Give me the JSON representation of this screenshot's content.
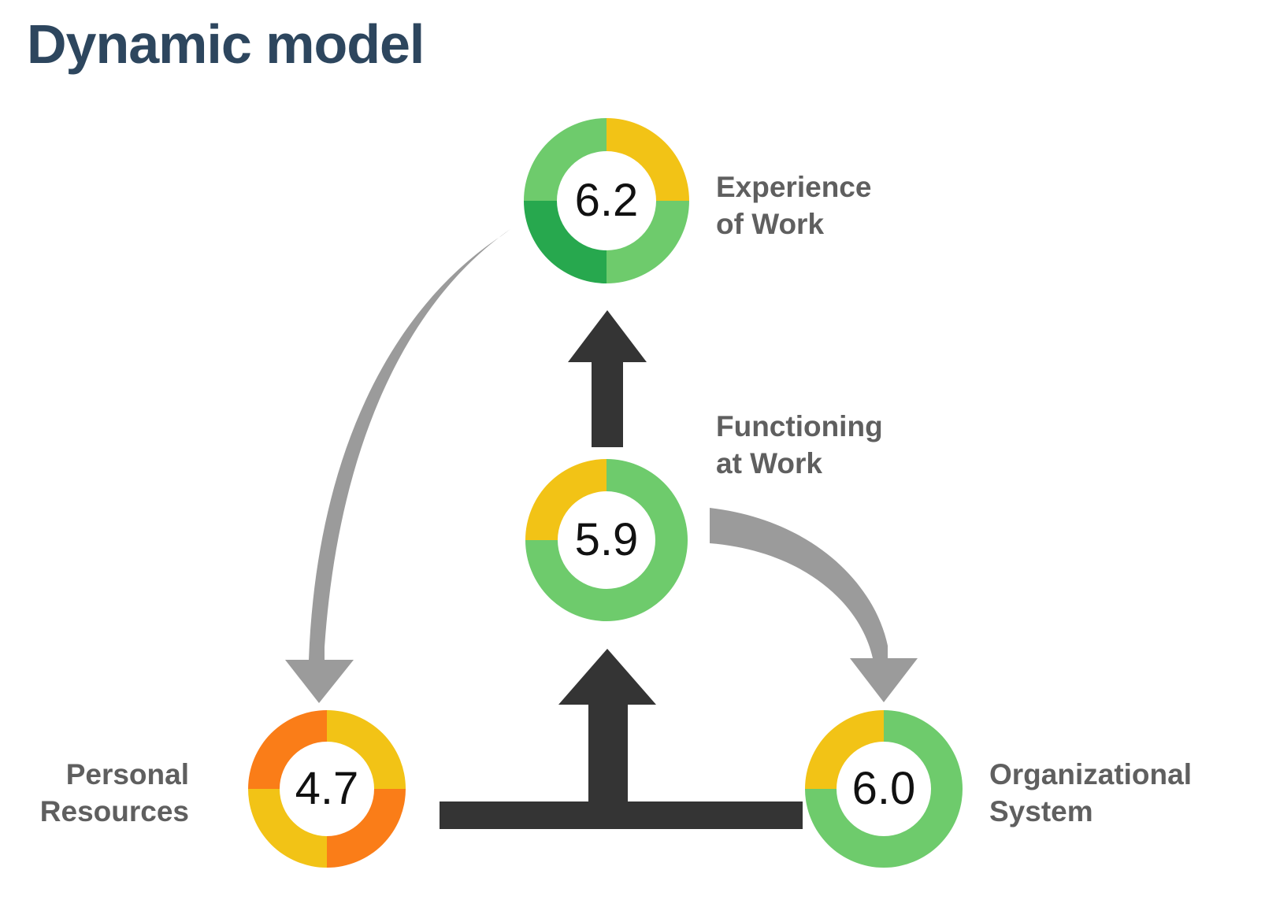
{
  "title": "Dynamic model",
  "colors": {
    "title": "#2d465e",
    "label_gray": "#5f5f5f",
    "arrow_gray": "#9b9b9b",
    "arrow_dark": "#343434",
    "green_light": "#6ecb6c",
    "green_dark": "#27a84e",
    "yellow": "#f2c316",
    "orange": "#fa7d18",
    "value_text": "#111111",
    "background": "#ffffff"
  },
  "chart_data": {
    "type": "pie",
    "title": "Dynamic model",
    "legend": "none",
    "nodes": [
      {
        "id": "experience-of-work",
        "label": "Experience\nof Work",
        "value": "6.2",
        "numeric_value": 6.2,
        "label_position": "right",
        "segments": [
          {
            "quadrant": "top-right",
            "color": "#f2c316",
            "share": 25
          },
          {
            "quadrant": "bottom-right",
            "color": "#6ecb6c",
            "share": 25
          },
          {
            "quadrant": "bottom-left",
            "color": "#27a84e",
            "share": 25
          },
          {
            "quadrant": "top-left",
            "color": "#6ecb6c",
            "share": 25
          }
        ]
      },
      {
        "id": "functioning-at-work",
        "label": "Functioning\nat Work",
        "value": "5.9",
        "numeric_value": 5.9,
        "label_position": "right",
        "segments": [
          {
            "quadrant": "top-right",
            "color": "#6ecb6c",
            "share": 25
          },
          {
            "quadrant": "bottom-right",
            "color": "#6ecb6c",
            "share": 25
          },
          {
            "quadrant": "bottom-left",
            "color": "#6ecb6c",
            "share": 25
          },
          {
            "quadrant": "top-left",
            "color": "#f2c316",
            "share": 25
          }
        ]
      },
      {
        "id": "personal-resources",
        "label": "Personal\nResources",
        "value": "4.7",
        "numeric_value": 4.7,
        "label_position": "left",
        "segments": [
          {
            "quadrant": "top-right",
            "color": "#f2c316",
            "share": 25
          },
          {
            "quadrant": "bottom-right",
            "color": "#fa7d18",
            "share": 25
          },
          {
            "quadrant": "bottom-left",
            "color": "#f2c316",
            "share": 25
          },
          {
            "quadrant": "top-left",
            "color": "#fa7d18",
            "share": 25
          }
        ]
      },
      {
        "id": "organizational-system",
        "label": "Organizational\nSystem",
        "value": "6.0",
        "numeric_value": 6.0,
        "label_position": "right",
        "segments": [
          {
            "quadrant": "top-right",
            "color": "#6ecb6c",
            "share": 25
          },
          {
            "quadrant": "bottom-right",
            "color": "#6ecb6c",
            "share": 25
          },
          {
            "quadrant": "bottom-left",
            "color": "#6ecb6c",
            "share": 25
          },
          {
            "quadrant": "top-left",
            "color": "#f2c316",
            "share": 25
          }
        ]
      }
    ],
    "connectors": [
      {
        "id": "experience-to-personal",
        "from": "experience-of-work",
        "to": "personal-resources",
        "style": "curved",
        "color": "#9b9b9b"
      },
      {
        "id": "functioning-to-organizational",
        "from": "functioning-at-work",
        "to": "organizational-system",
        "style": "curved",
        "color": "#9b9b9b"
      },
      {
        "id": "functioning-to-experience",
        "from": "functioning-at-work",
        "to": "experience-of-work",
        "style": "straight-up",
        "color": "#343434"
      },
      {
        "id": "resources-and-system-to-functioning",
        "from": "personal-resources, organizational-system",
        "to": "functioning-at-work",
        "style": "tee-up",
        "color": "#343434"
      }
    ]
  },
  "labels": {
    "experience_of_work": "Experience\nof Work",
    "functioning_at_work": "Functioning\nat Work",
    "personal_resources": "Personal\nResources",
    "organizational_system": "Organizational\nSystem"
  },
  "values": {
    "experience_of_work": "6.2",
    "functioning_at_work": "5.9",
    "personal_resources": "4.7",
    "organizational_system": "6.0"
  }
}
